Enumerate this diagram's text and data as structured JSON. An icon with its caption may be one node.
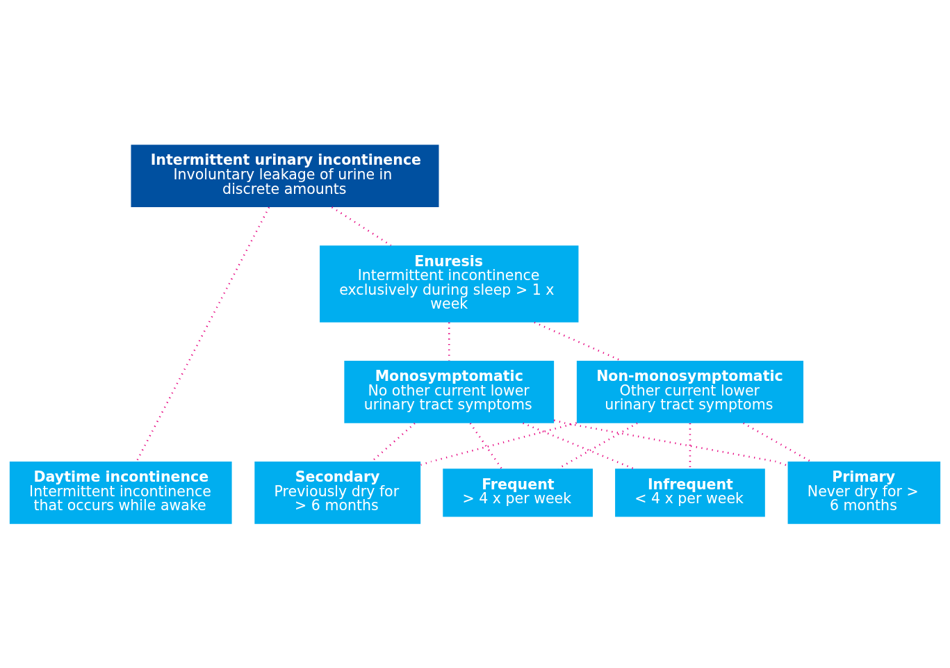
{
  "diagram": {
    "nodes": [
      {
        "text": [
          "Intermittent urinary incontinence",
          "Involuntary leakage of urine in discrete amounts"
        ]
      },
      {
        "text": [
          "Daytime incontinence",
          "Intermittent incontinence that occurs while awake"
        ]
      },
      {
        "text": [
          "Enuresis",
          "Intermittent incontinence exclusively during sleep > 1 x week"
        ]
      },
      {
        "text": [
          "Monosymptomatic",
          "No other current lower urinary tract symptoms"
        ]
      },
      {
        "text": [
          "Non-monosymptomatic",
          "Other current lower urinary tract symptoms"
        ]
      },
      {
        "text": [
          "Primary",
          "Never dry for > 6 months"
        ]
      },
      {
        "text": [
          "Secondary",
          "Previously dry for > 6 months"
        ]
      },
      {
        "text": [
          "Frequent",
          "> 4 x per week"
        ]
      },
      {
        "text": [
          "Infrequent",
          "< 4 x per week"
        ]
      }
    ],
    "edges": [
      {
        "from": 0,
        "to": 1,
        "arrow": "none",
        "style": "dashed"
      },
      {
        "from": 0,
        "to": 2,
        "arrow": "none",
        "style": "dashed"
      },
      {
        "from": 2,
        "to": 3,
        "arrow": "none",
        "style": "dashed"
      },
      {
        "from": 2,
        "to": 4,
        "arrow": "none",
        "style": "dashed"
      },
      {
        "from": 3,
        "to": 5,
        "arrow": "none",
        "style": "dashed"
      },
      {
        "from": 3,
        "to": 6,
        "arrow": "none",
        "style": "dashed"
      },
      {
        "from": 3,
        "to": 7,
        "arrow": "none",
        "style": "dashed"
      },
      {
        "from": 3,
        "to": 8,
        "arrow": "none",
        "style": "dashed"
      },
      {
        "from": 4,
        "to": 5,
        "arrow": "none",
        "style": "dashed"
      },
      {
        "from": 4,
        "to": 6,
        "arrow": "none",
        "style": "dashed"
      },
      {
        "from": 4,
        "to": 7,
        "arrow": "none",
        "style": "dashed"
      },
      {
        "from": 4,
        "to": 8,
        "arrow": "none",
        "style": "dashed"
      }
    ]
  }
}
